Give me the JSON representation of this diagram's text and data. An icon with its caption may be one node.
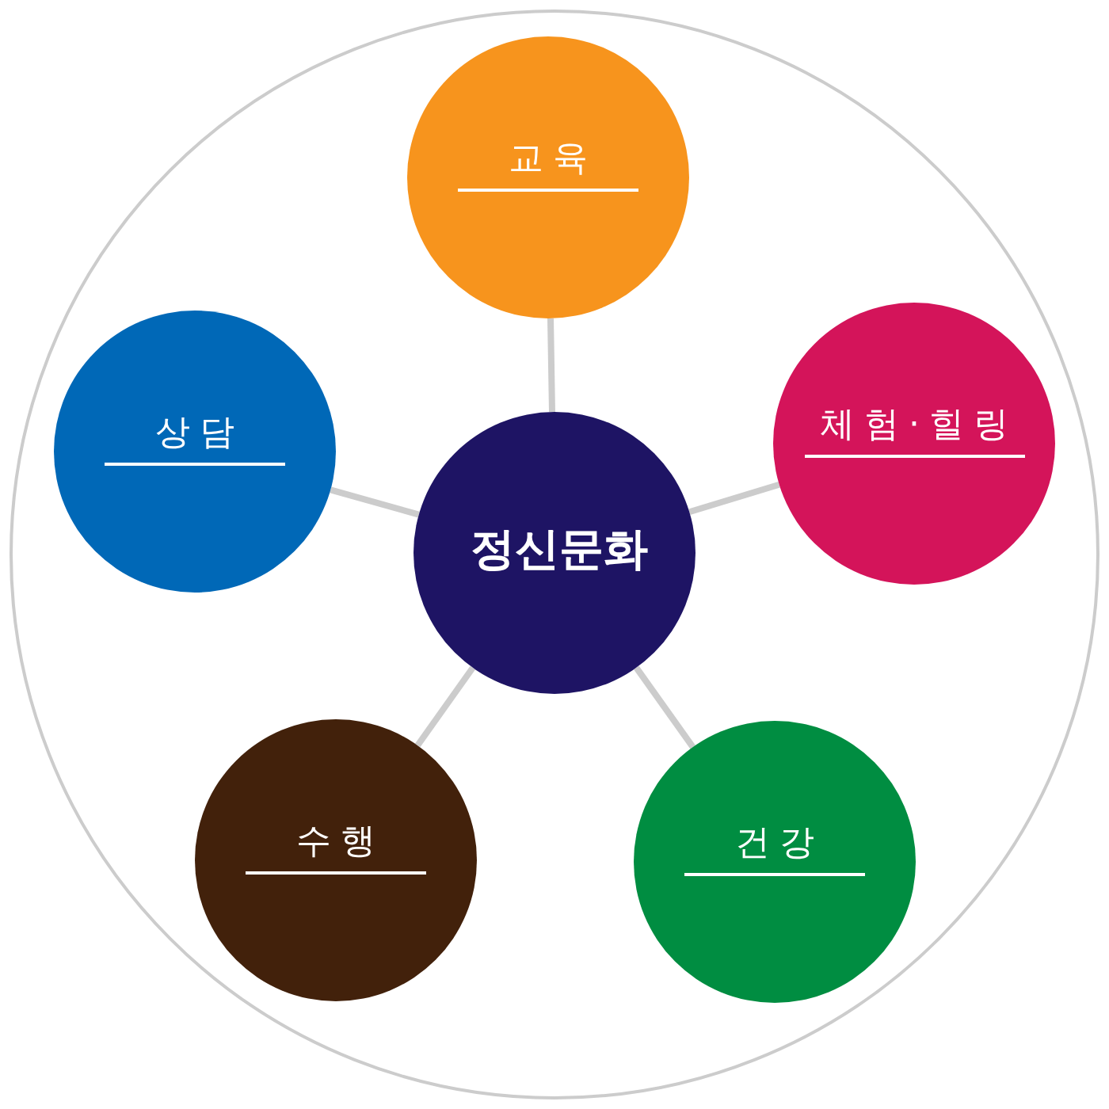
{
  "diagram": {
    "nodes": [
      {
        "text": [
          "정신문화"
        ]
      },
      {
        "text": [
          "교육"
        ]
      },
      {
        "text": [
          "체험·힐링"
        ]
      },
      {
        "text": [
          "건강"
        ]
      },
      {
        "text": [
          "수행"
        ]
      },
      {
        "text": [
          "상담"
        ]
      }
    ],
    "edges": [
      {
        "from": 0,
        "to": 1,
        "arrow": "none"
      },
      {
        "from": 0,
        "to": 2,
        "arrow": "none"
      },
      {
        "from": 0,
        "to": 3,
        "arrow": "none"
      },
      {
        "from": 0,
        "to": 4,
        "arrow": "none"
      },
      {
        "from": 0,
        "to": 5,
        "arrow": "none"
      }
    ]
  }
}
